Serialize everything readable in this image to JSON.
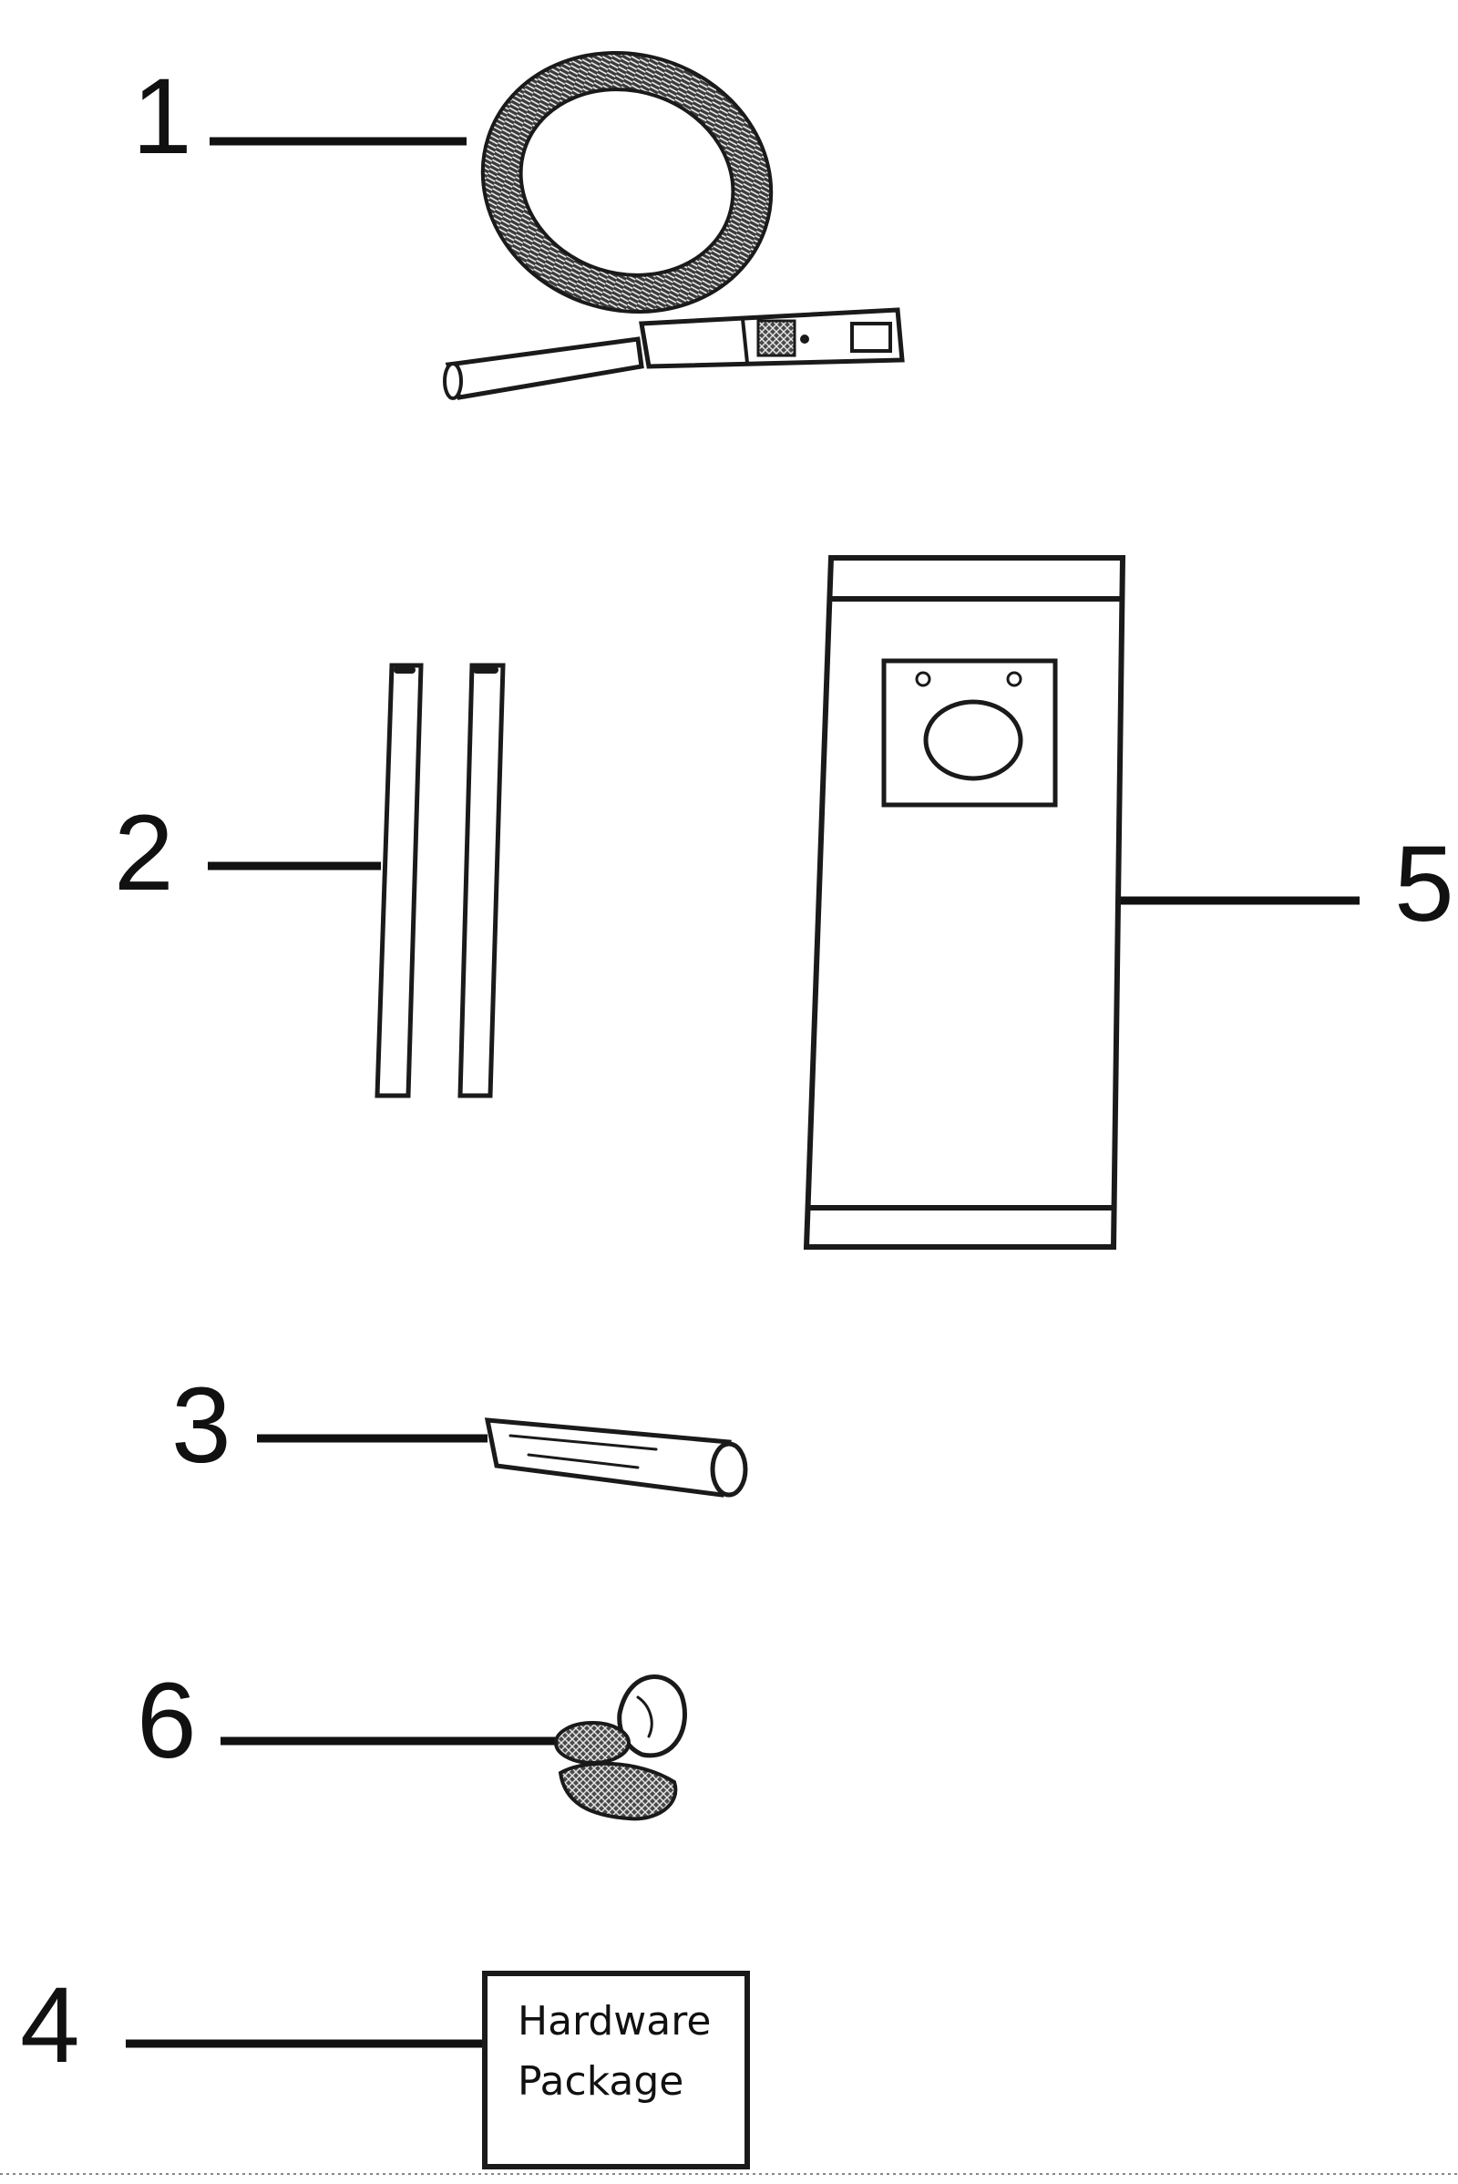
{
  "diagram": {
    "callouts": [
      {
        "id": "1",
        "label": "1"
      },
      {
        "id": "2",
        "label": "2"
      },
      {
        "id": "3",
        "label": "3"
      },
      {
        "id": "4",
        "label": "4"
      },
      {
        "id": "5",
        "label": "5"
      },
      {
        "id": "6",
        "label": "6"
      }
    ],
    "hardware_package": {
      "line1": "Hardware",
      "line2": "Package"
    },
    "colors": {
      "ink": "#111111",
      "background": "#ffffff"
    }
  }
}
